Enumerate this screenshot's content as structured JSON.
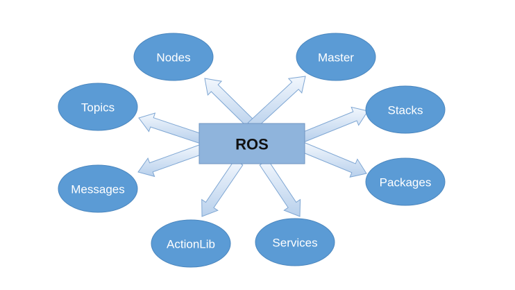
{
  "diagram": {
    "center": {
      "label": "ROS"
    },
    "nodes": [
      {
        "id": "nodes",
        "label": "Nodes"
      },
      {
        "id": "master",
        "label": "Master"
      },
      {
        "id": "topics",
        "label": "Topics"
      },
      {
        "id": "stacks",
        "label": "Stacks"
      },
      {
        "id": "messages",
        "label": "Messages"
      },
      {
        "id": "packages",
        "label": "Packages"
      },
      {
        "id": "actionlib",
        "label": "ActionLib"
      },
      {
        "id": "services",
        "label": "Services"
      }
    ],
    "colors": {
      "node_fill": "#5b9bd5",
      "node_stroke": "#4a86be",
      "center_fill": "#8fb4dc",
      "center_stroke": "#6f95c2",
      "arrow_fill_light": "#f2f7fd",
      "arrow_fill_dark": "#b8d0ec",
      "arrow_stroke": "#7ea6d3"
    }
  }
}
